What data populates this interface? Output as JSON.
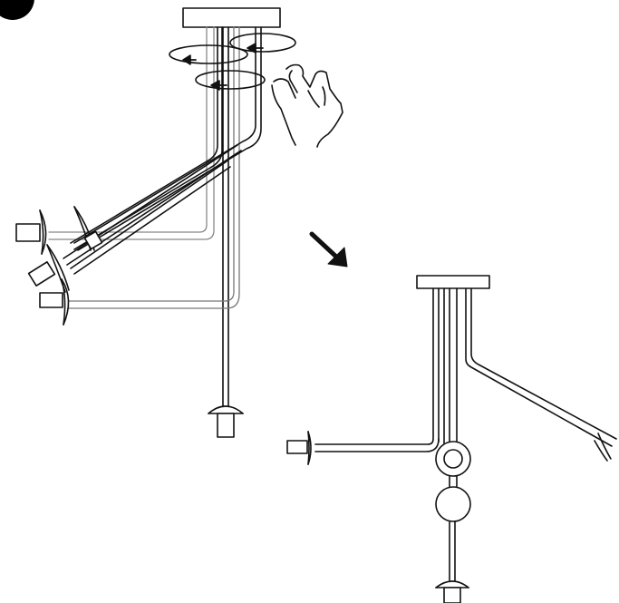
{
  "instruction": {
    "step_number": "",
    "colors": {
      "ink": "#111111",
      "paper": "#ffffff",
      "badge": "#000000"
    }
  },
  "before": {
    "arms": [
      "arm-upper-left",
      "arm-middle-left",
      "arm-lower-left",
      "arm-bottom"
    ],
    "rotation_indicators": 3,
    "hand": "hand-icon"
  },
  "transition": {
    "arrow": "down-right-arrow-icon"
  },
  "after": {
    "arms": [
      "arm-left",
      "arm-right",
      "arm-bottom"
    ],
    "couplings": [
      "ring-coupling",
      "ball-coupling"
    ]
  }
}
